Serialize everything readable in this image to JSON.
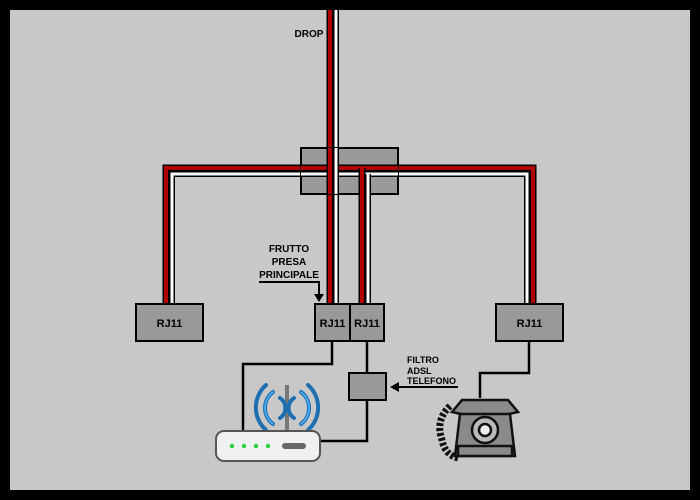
{
  "labels": {
    "drop": "DROP",
    "frutto_line1": "FRUTTO",
    "frutto_line2": "PRESA",
    "frutto_line3": "PRINCIPALE",
    "filtro_line1": "FILTRO",
    "filtro_line2": "ADSL",
    "filtro_line3": "TELEFONO"
  },
  "sockets": {
    "left": "RJ11",
    "main_a": "RJ11",
    "main_b": "RJ11",
    "right": "RJ11"
  },
  "colors": {
    "background": "#c8c8c8",
    "frame": "#000000",
    "box_fill": "#999999",
    "wire_red": "#b00000",
    "wire_white": "#ffffff",
    "wifi_blue": "#2a8fd8",
    "router_led": "#2ecc40",
    "phone_body": "#8a8a8a"
  },
  "icons": [
    "router-icon",
    "wifi-waves-icon",
    "telephone-icon",
    "arrow-right-icon",
    "arrow-left-icon"
  ]
}
